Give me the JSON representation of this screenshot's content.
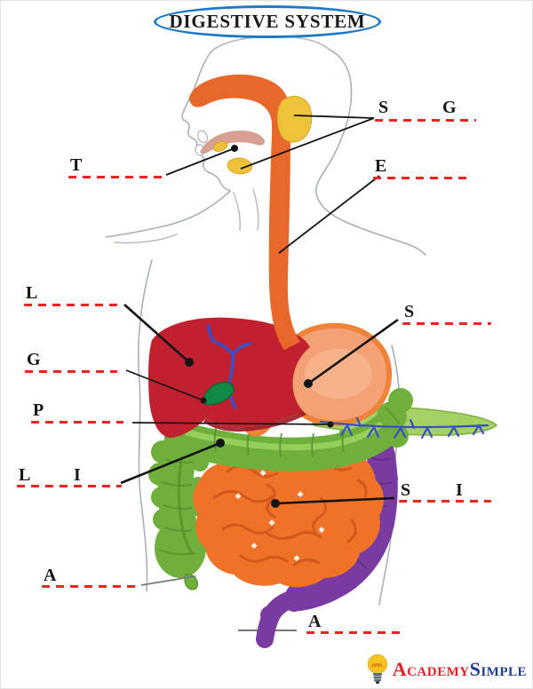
{
  "title": "DIGESTIVE SYSTEM",
  "labels": {
    "salivary_glands": {
      "first": "S",
      "second": "G"
    },
    "tongue": {
      "first": "T"
    },
    "esophagus": {
      "first": "E"
    },
    "liver": {
      "first": "L"
    },
    "stomach": {
      "first": "S"
    },
    "gallbladder": {
      "first": "G"
    },
    "pancreas": {
      "first": "P"
    },
    "large_intestine": {
      "first": "L",
      "second": "I"
    },
    "small_intestine": {
      "first": "S",
      "second": "I"
    },
    "appendix": {
      "first": "A"
    },
    "anus": {
      "first": "A"
    }
  },
  "watermark": {
    "part1_initial": "A",
    "part1_rest": "CADEMY",
    "part2_initial": "S",
    "part2_rest": "IMPLE"
  },
  "colors": {
    "title_blue": "#1e79c8",
    "dash_red": "#e8251f",
    "label_black": "#151515",
    "outline_gray": "#a9b0b8",
    "esophagus": "#e8672a",
    "tongue": "#d7a191",
    "salivary": "#eec33a",
    "liver": "#c1202f",
    "liver_dark": "#9d1926",
    "stomach_fill": "#f4a176",
    "stomach_border": "#ef8338",
    "gallbladder": "#0f8a44",
    "bile_duct": "#3a4ec5",
    "intestine_green": "#6fb03c",
    "intestine_green_dark": "#54922c",
    "intestine_green_light": "#9ad05e",
    "small_intestine": "#ef7226",
    "small_intestine_dark": "#d2591b",
    "colon_purple": "#7a3ba0",
    "colon_purple_dark": "#5e2b82",
    "brand_red": "#e31e24",
    "brand_blue": "#1d3d8f"
  }
}
